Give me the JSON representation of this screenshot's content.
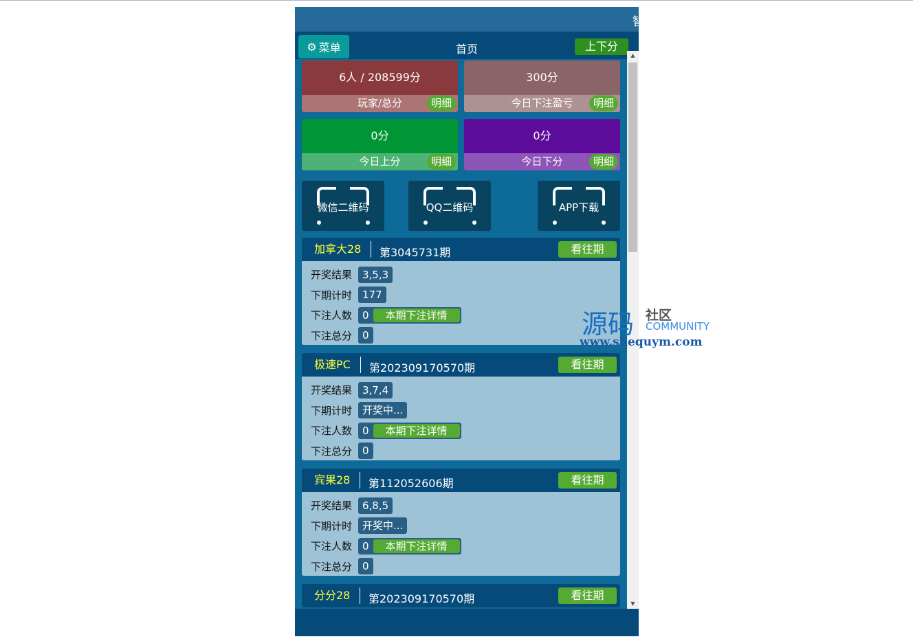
{
  "header": {
    "title_partial": "智"
  },
  "nav": {
    "menu_label": "菜单",
    "title": "首页",
    "updown_label": "上下分"
  },
  "stats": [
    {
      "value": "6人 / 208599分",
      "label": "玩家/总分",
      "detail": "明细",
      "color": "#8a393d",
      "label_color": "#ad7474"
    },
    {
      "value": "300分",
      "label": "今日下注盈亏",
      "detail": "明细",
      "color": "#8a6468",
      "label_color": "#ad9193"
    },
    {
      "value": "0分",
      "label": "今日上分",
      "detail": "明细",
      "color": "#009636",
      "label_color": "#4db374"
    },
    {
      "value": "0分",
      "label": "今日下分",
      "detail": "明细",
      "color": "#5c0b9a",
      "label_color": "#8e55b9"
    }
  ],
  "qr": [
    {
      "label": "微信二维码"
    },
    {
      "label": "QQ二维码"
    },
    {
      "label": "APP下载"
    }
  ],
  "games": [
    {
      "name": "加拿大28",
      "period": "第3045731期",
      "past": "看往期",
      "result": "3,5,3",
      "countdown": "177",
      "bettors": "0",
      "detail": "本期下注详情",
      "total": "0"
    },
    {
      "name": "极速PC",
      "period": "第202309170570期",
      "past": "看往期",
      "result": "3,7,4",
      "countdown": "开奖中...",
      "bettors": "0",
      "detail": "本期下注详情",
      "total": "0"
    },
    {
      "name": "宾果28",
      "period": "第112052606期",
      "past": "看往期",
      "result": "6,8,5",
      "countdown": "开奖中...",
      "bettors": "0",
      "detail": "本期下注详情",
      "total": "0"
    },
    {
      "name": "分分28",
      "period": "第202309170570期",
      "past": "看往期"
    }
  ],
  "labels": {
    "result": "开奖结果",
    "countdown": "下期计时",
    "bettors": "下注人数",
    "total": "下注总分"
  },
  "watermark": {
    "big": "源码",
    "small": "社区",
    "community": "COMMUNITY",
    "url": "www.shequym.com"
  }
}
